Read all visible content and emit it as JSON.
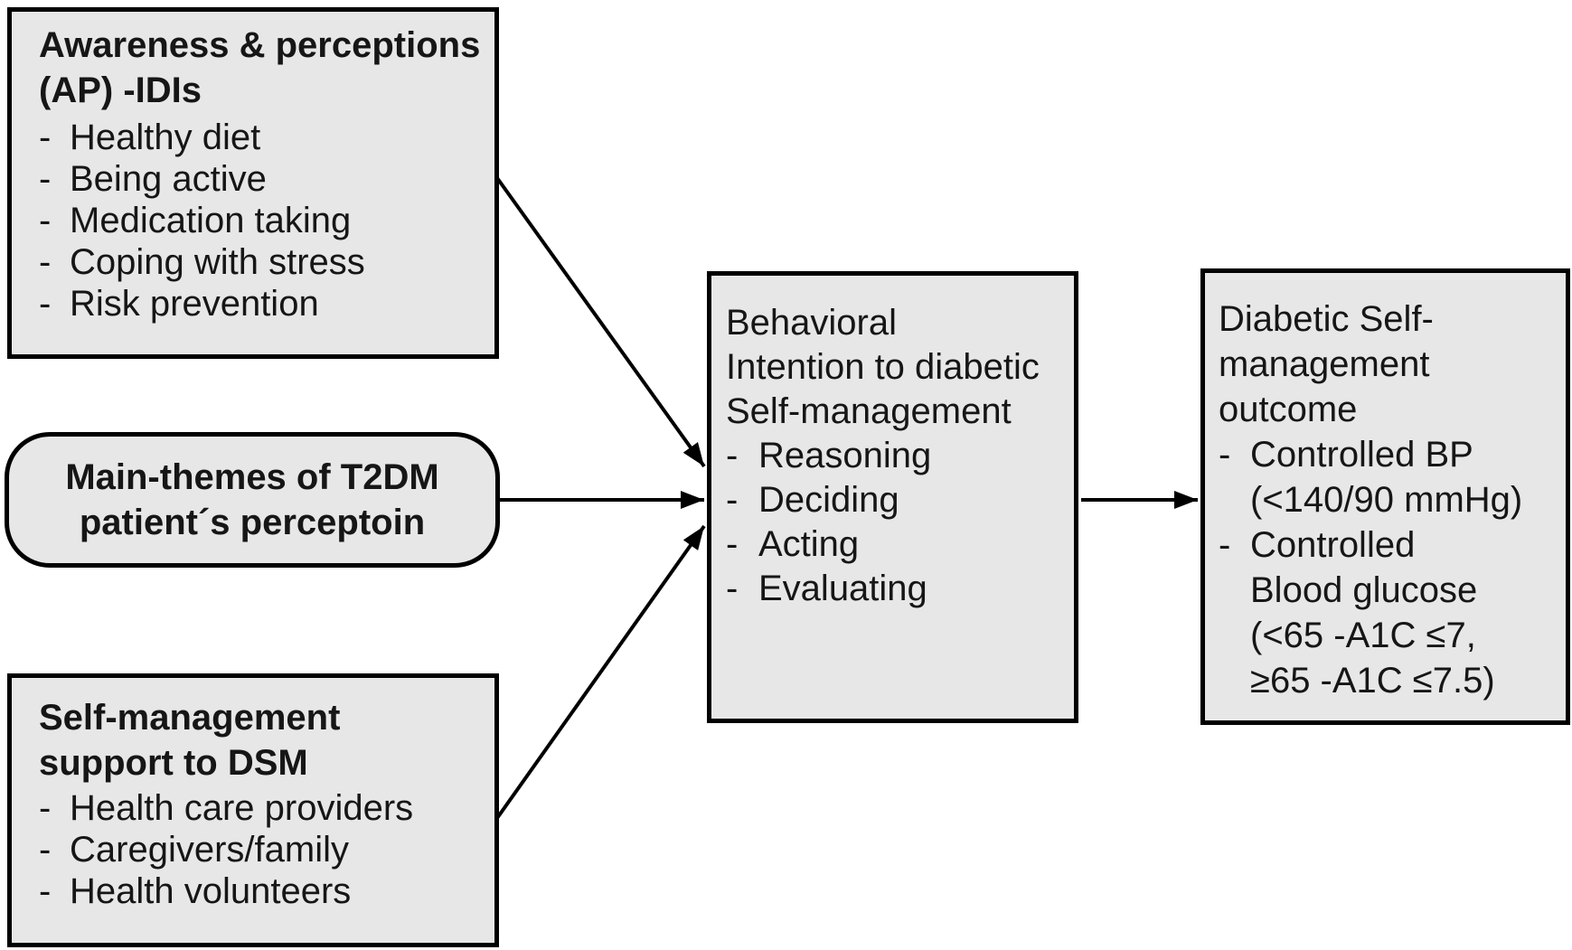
{
  "bullet": "-",
  "colors": {
    "background": "#ffffff",
    "box_fill": "#e7e7e7",
    "box_border": "#000000",
    "arrow": "#000000",
    "text": "#161616"
  },
  "boxes": {
    "awareness": {
      "title_lines": [
        "Awareness & perceptions",
        "(AP) -IDIs"
      ],
      "items": [
        "Healthy diet",
        "Being active",
        "Medication taking",
        "Coping with stress",
        "Risk prevention"
      ]
    },
    "main_themes": {
      "title_lines": [
        "Main-themes of T2DM",
        "patient´s perceptoin"
      ]
    },
    "support": {
      "title_lines": [
        "Self-management",
        "support to DSM"
      ],
      "items": [
        "Health care providers",
        "Caregivers/family",
        "Health volunteers"
      ]
    },
    "behavioral_intention": {
      "title_lines": [
        "Behavioral",
        "Intention to diabetic",
        "Self-management"
      ],
      "items": [
        "Reasoning",
        "Deciding",
        "Acting",
        "Evaluating"
      ]
    },
    "outcome": {
      "title_lines": [
        "Diabetic Self-",
        "management",
        "outcome"
      ],
      "items": [
        {
          "lines": [
            "Controlled BP",
            "(<140/90 mmHg)"
          ]
        },
        {
          "lines": [
            "Controlled",
            "Blood glucose",
            "(<65 -A1C ≤7,",
            "≥65 -A1C ≤7.5)"
          ]
        }
      ]
    }
  }
}
